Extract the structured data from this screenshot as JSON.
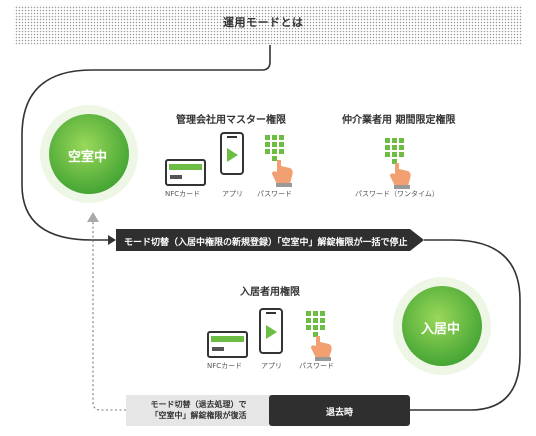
{
  "banner": {
    "title": "運用モードとは"
  },
  "modes": {
    "vacant": "空室中",
    "occupied": "入居中"
  },
  "groups": {
    "management_master": {
      "title": "管理会社用マスター権限",
      "items": [
        "NFCカード",
        "アプリ",
        "パスワード"
      ]
    },
    "agent_limited": {
      "title": "仲介業者用 期間限定権限",
      "items": [
        "パスワード（ワンタイム）"
      ]
    },
    "resident": {
      "title": "入居者用権限",
      "items": [
        "NFCカード",
        "アプリ",
        "パスワード"
      ]
    }
  },
  "transition_bar": {
    "text": "モード切替（入居中権限の新規登録）「空室中」解錠権限が一括で停止"
  },
  "moveout": {
    "note_line1": "モード切替（退去処理）で",
    "note_line2": "「空室中」解錠権限が復活",
    "label": "退去時"
  },
  "colors": {
    "green_light": "#8ccf4d",
    "green_dark": "#3f9f2f",
    "bar_dark": "#2f2f2f",
    "card_green": "#6dbd45",
    "hand": "#f2a071"
  },
  "icons": [
    "nfc-card-icon",
    "smartphone-app-icon",
    "keypad-hand-icon"
  ]
}
